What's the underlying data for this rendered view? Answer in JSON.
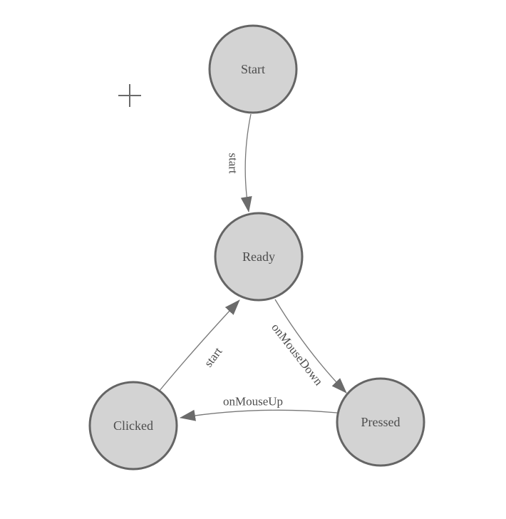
{
  "diagram": {
    "type": "state-machine",
    "nodes": [
      {
        "id": "start",
        "label": "Start"
      },
      {
        "id": "ready",
        "label": "Ready"
      },
      {
        "id": "pressed",
        "label": "Pressed"
      },
      {
        "id": "clicked",
        "label": "Clicked"
      }
    ],
    "edges": [
      {
        "from": "Start",
        "to": "Ready",
        "label": "start"
      },
      {
        "from": "Ready",
        "to": "Pressed",
        "label": "onMouseDown"
      },
      {
        "from": "Pressed",
        "to": "Clicked",
        "label": "onMouseUp"
      },
      {
        "from": "Clicked",
        "to": "Ready",
        "label": "start"
      }
    ],
    "colors": {
      "background": "#ffffff",
      "node_fill": "#d3d3d3",
      "node_border": "#656565",
      "edge_line": "#787878",
      "arrowhead": "#6b6b6b",
      "label_text": "#4d4d4d",
      "crosshair": "#6a6a6a"
    },
    "cursor": "crosshair"
  }
}
